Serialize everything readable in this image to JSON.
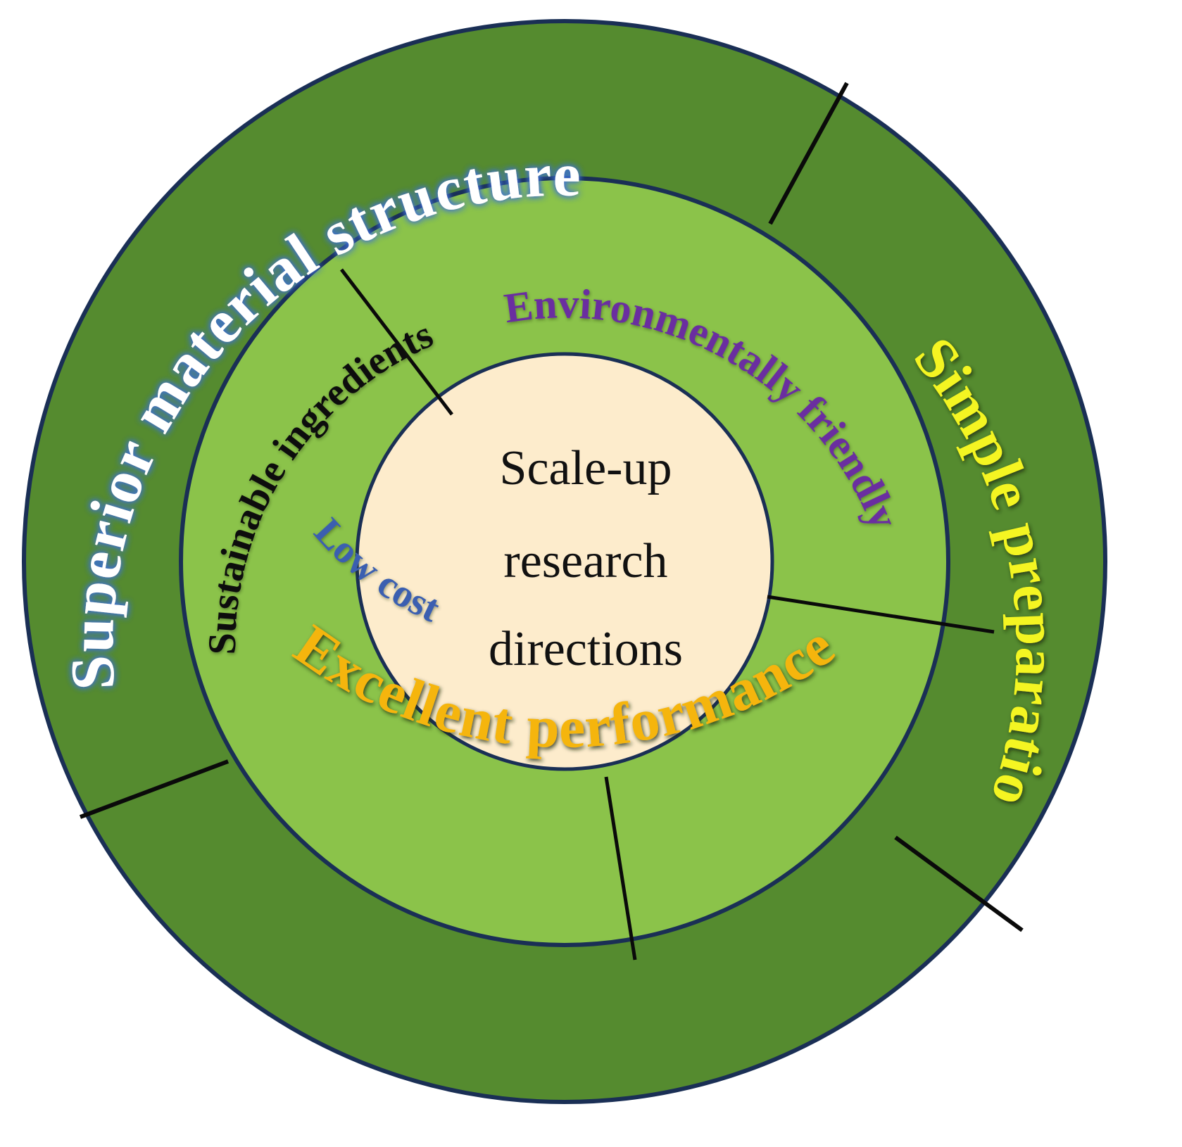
{
  "center": {
    "lines": [
      "Scale-up",
      "research",
      "directions"
    ]
  },
  "inner_ring": {
    "labels": {
      "environmentally_friendly": "Environmentally friendly",
      "low_cost": "Low cost",
      "sustainable_ingredients": "Sustainable ingredients"
    }
  },
  "outer_ring": {
    "labels": {
      "superior_material_structure": "Superior material structure",
      "simple_preparation": "Simple preparation",
      "excellent_performance": "Excellent performance"
    }
  },
  "colors": {
    "outer_ring": "#558b2f",
    "inner_ring": "#8bc34a",
    "center_fill": "#fdeccc",
    "ring_border": "#1a2f55",
    "divider": "#0a0a0a",
    "superior_material_structure": "#ffffff",
    "superior_material_structure_glow": "#3d6fd6",
    "simple_preparation": "#f4f520",
    "excellent_performance": "#f5b510",
    "environmentally_friendly": "#6a2fa0",
    "low_cost": "#3a5fb0",
    "sustainable_ingredients": "#0a0a0a",
    "center_text": "#111111"
  }
}
